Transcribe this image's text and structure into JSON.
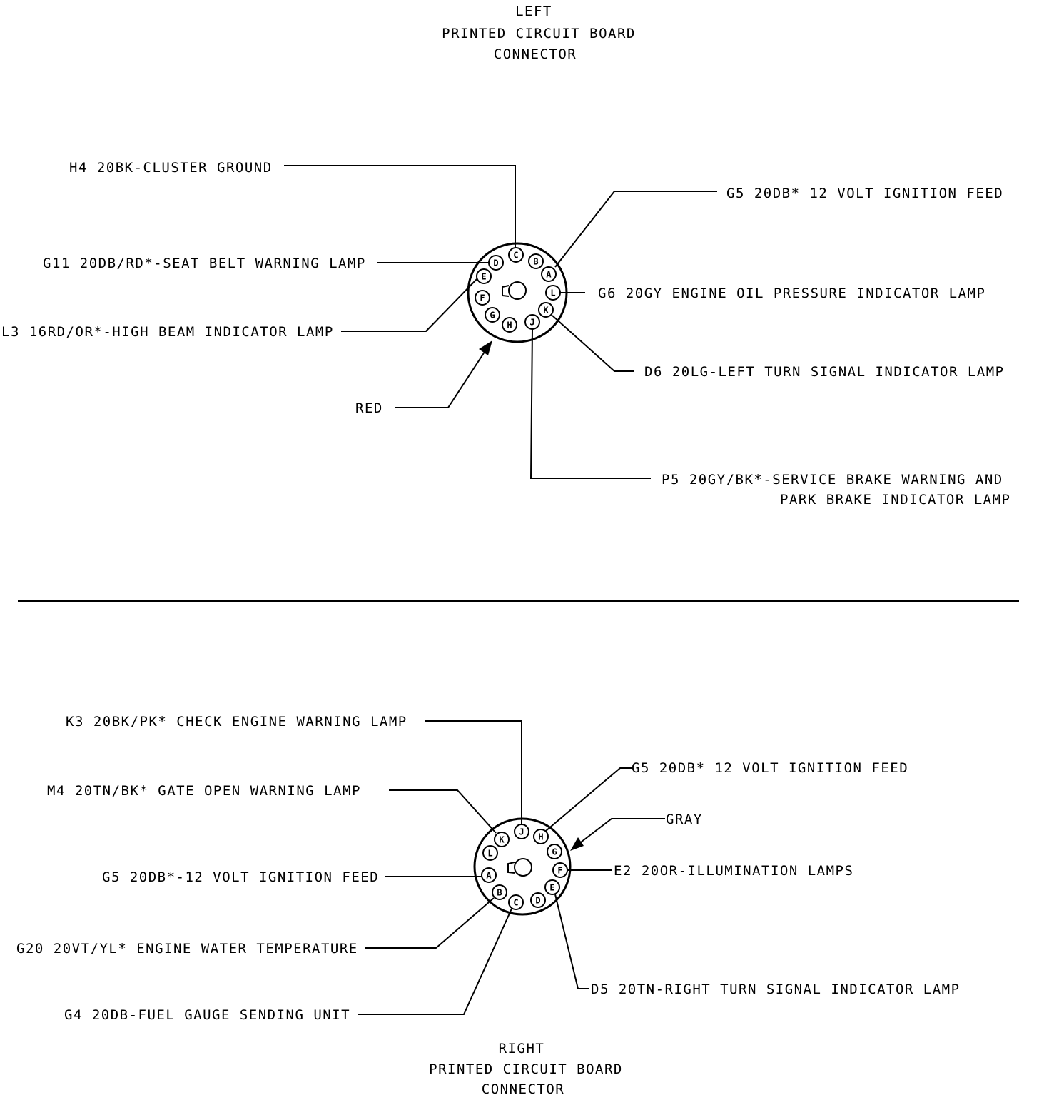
{
  "left": {
    "title_lines": [
      "LEFT",
      "PRINTED CIRCUIT BOARD",
      "CONNECTOR"
    ],
    "pins": [
      "A",
      "B",
      "C",
      "D",
      "E",
      "F",
      "G",
      "H",
      "J",
      "K",
      "L"
    ],
    "callouts": {
      "c": "H4 20BK-CLUSTER GROUND",
      "d": "G11 20DB/RD*-SEAT BELT WARNING LAMP",
      "f": "L3 16RD/OR*-HIGH BEAM INDICATOR LAMP",
      "a": "G5 20DB* 12 VOLT IGNITION FEED",
      "l": "G6 20GY ENGINE OIL PRESSURE INDICATOR LAMP",
      "k": "D6 20LG-LEFT TURN SIGNAL INDICATOR LAMP",
      "j_line1": "P5 20GY/BK*-SERVICE BRAKE WARNING AND",
      "j_line2": "PARK BRAKE INDICATOR LAMP",
      "color": "RED"
    }
  },
  "right": {
    "title_lines": [
      "RIGHT",
      "PRINTED CIRCUIT BOARD",
      "CONNECTOR"
    ],
    "pins": [
      "A",
      "B",
      "C",
      "D",
      "E",
      "F",
      "G",
      "H",
      "J",
      "K",
      "L"
    ],
    "callouts": {
      "j": "K3 20BK/PK* CHECK ENGINE WARNING LAMP",
      "k": "M4 20TN/BK* GATE OPEN WARNING LAMP",
      "a": "G5 20DB*-12 VOLT IGNITION FEED",
      "b": "G20 20VT/YL* ENGINE WATER TEMPERATURE",
      "c": "G4 20DB-FUEL GAUGE SENDING UNIT",
      "h": "G5 20DB* 12 VOLT IGNITION FEED",
      "color": "GRAY",
      "f": "E2 20OR-ILLUMINATION LAMPS",
      "e": "D5 20TN-RIGHT TURN SIGNAL INDICATOR LAMP"
    }
  }
}
